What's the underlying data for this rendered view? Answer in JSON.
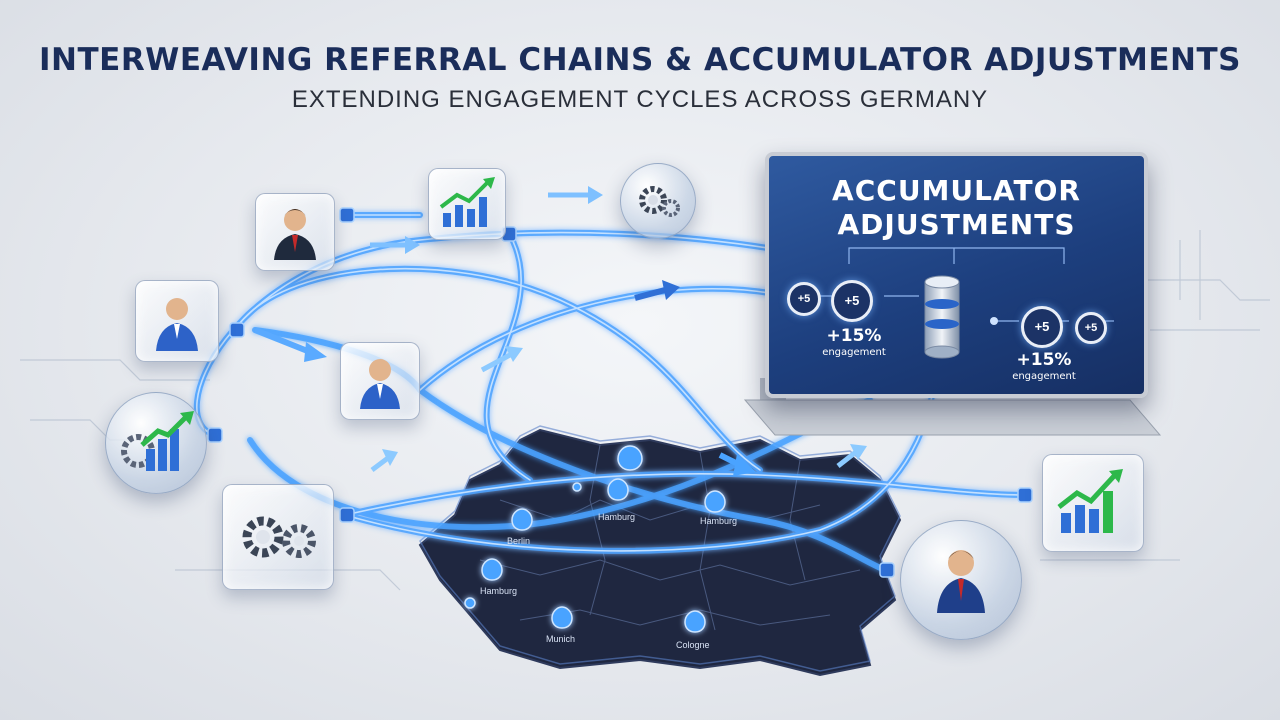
{
  "header": {
    "title": "INTERWEAVING REFERRAL CHAINS & ACCUMULATOR ADJUSTMENTS",
    "subtitle": "EXTENDING ENGAGEMENT CYCLES ACROSS GERMANY"
  },
  "panel": {
    "title_line1": "ACCUMULATOR",
    "title_line2": "ADJUSTMENTS",
    "badges": [
      "+5",
      "+5",
      "+5",
      "+5"
    ],
    "metrics": [
      {
        "value": "+15%",
        "label": "engagement"
      },
      {
        "value": "+15%",
        "label": "engagement"
      }
    ]
  },
  "map": {
    "cities": [
      "Berlin",
      "Hamburg",
      "Hamburg",
      "Hamburg",
      "Munich",
      "Cologne"
    ]
  },
  "colors": {
    "tube": "#4aa3ff",
    "navy": "#1a2d5a",
    "map": "#1f2740",
    "panel": "#1d3f7e",
    "chart_green": "#2db84a",
    "chart_blue": "#2f6fd6"
  },
  "icons": [
    "person-icon",
    "chart-icon",
    "gear-icon",
    "database-icon",
    "map-pin-icon",
    "arrow-icon"
  ]
}
